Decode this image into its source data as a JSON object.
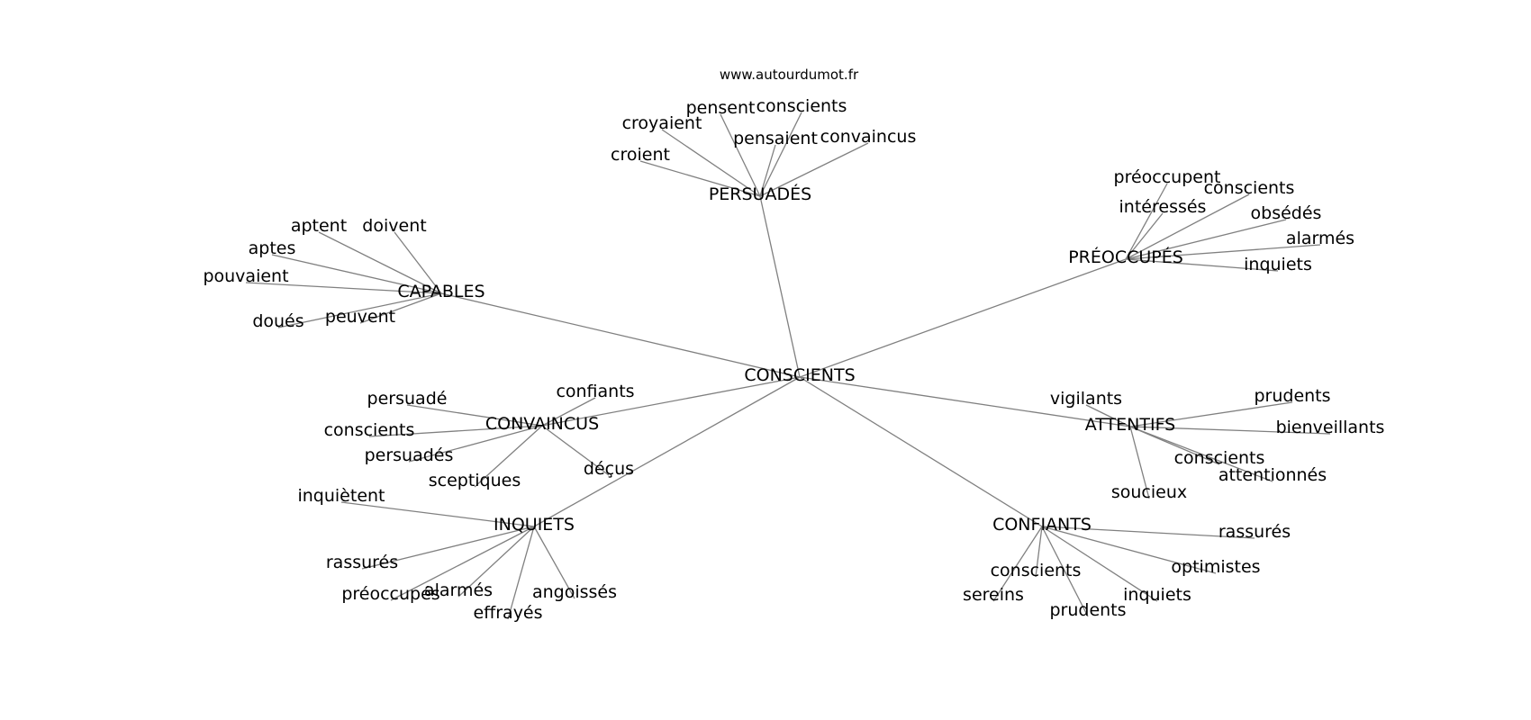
{
  "site": "www.autourdumot.fr",
  "center": "CONSCIENTS",
  "clusters": [
    {
      "id": "persuades",
      "label": "PERSUADÉS",
      "leaves": [
        "croyaient",
        "pensent",
        "conscients",
        "croient",
        "pensaient",
        "convaincus"
      ]
    },
    {
      "id": "preoccupes",
      "label": "PRÉOCCUPÉS",
      "leaves": [
        "préoccupent",
        "conscients",
        "intéressés",
        "obsédés",
        "alarmés",
        "inquiets"
      ]
    },
    {
      "id": "capables",
      "label": "CAPABLES",
      "leaves": [
        "aptent",
        "doivent",
        "aptes",
        "pouvaient",
        "doués",
        "peuvent"
      ]
    },
    {
      "id": "convaincus",
      "label": "CONVAINCUS",
      "leaves": [
        "persuadé",
        "confiants",
        "conscients",
        "persuadés",
        "sceptiques",
        "déçus"
      ]
    },
    {
      "id": "attentifs",
      "label": "ATTENTIFS",
      "leaves": [
        "vigilants",
        "prudents",
        "bienveillants",
        "conscients",
        "attentionnés",
        "soucieux"
      ]
    },
    {
      "id": "inquiets",
      "label": "INQUIETS",
      "leaves": [
        "inquiètent",
        "rassurés",
        "préoccupés",
        "alarmés",
        "effrayés",
        "angoissés"
      ]
    },
    {
      "id": "confiants",
      "label": "CONFIANTS",
      "leaves": [
        "rassurés",
        "conscients",
        "optimistes",
        "sereins",
        "prudents",
        "inquiets"
      ]
    }
  ]
}
